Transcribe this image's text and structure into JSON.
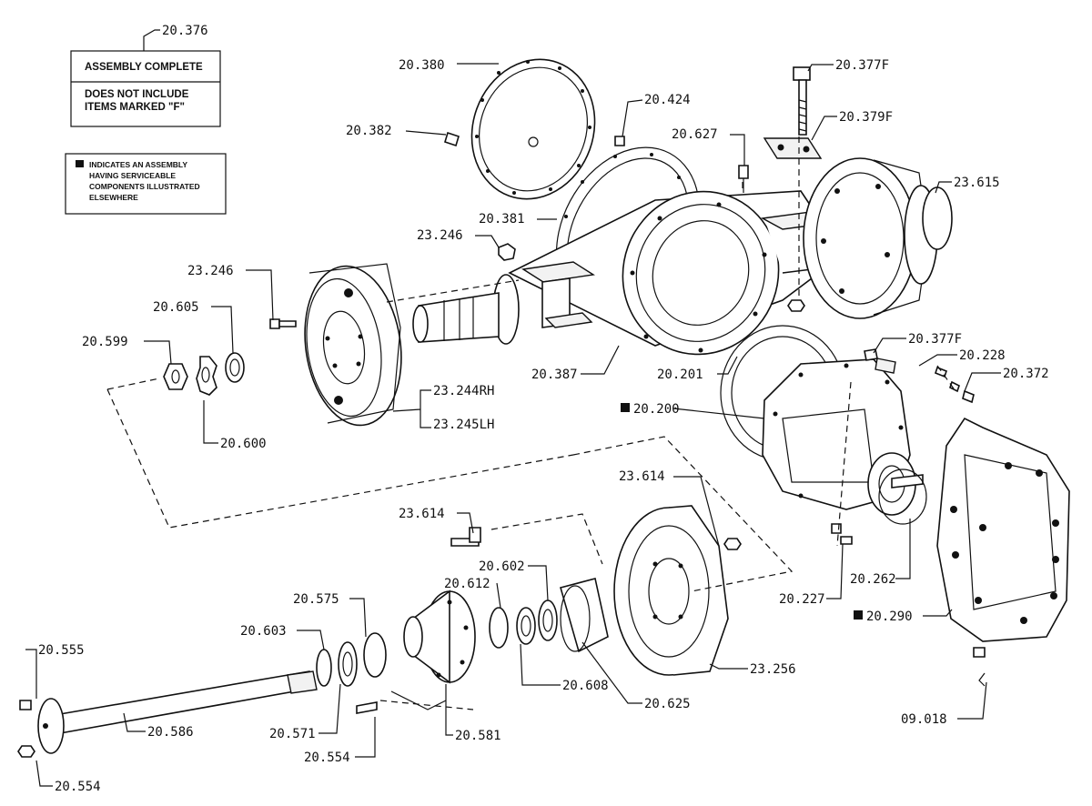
{
  "notes": {
    "assembly_ref": "20.376",
    "assembly_line1": "ASSEMBLY COMPLETE",
    "assembly_line2": "DOES NOT INCLUDE",
    "assembly_line3": "ITEMS MARKED \"F\"",
    "legend_line1": "INDICATES AN ASSEMBLY",
    "legend_line2": "HAVING SERVICEABLE",
    "legend_line3": "COMPONENTS ILLUSTRATED",
    "legend_line4": "ELSEWHERE"
  },
  "labels": {
    "p20_380": "20.380",
    "p20_424": "20.424",
    "p20_377F_top": "20.377F",
    "p20_379F": "20.379F",
    "p20_382": "20.382",
    "p20_627": "20.627",
    "p23_615": "23.615",
    "p20_381": "20.381",
    "p23_246_a": "23.246",
    "p23_246_b": "23.246",
    "p20_605": "20.605",
    "p20_599": "20.599",
    "p20_600": "20.600",
    "p23_244RH": "23.244RH",
    "p23_245LH": "23.245LH",
    "p20_387": "20.387",
    "p20_201": "20.201",
    "p20_377F_mid": "20.377F",
    "p20_228": "20.228",
    "p20_372": "20.372",
    "p20_200": "20.200",
    "p23_614_a": "23.614",
    "p23_614_b": "23.614",
    "p20_602": "20.602",
    "p20_612": "20.612",
    "p20_575": "20.575",
    "p20_603": "20.603",
    "p20_555": "20.555",
    "p20_608": "20.608",
    "p20_625": "20.625",
    "p23_256": "23.256",
    "p20_227": "20.227",
    "p20_262": "20.262",
    "p20_290": "20.290",
    "p20_586": "20.586",
    "p20_571": "20.571",
    "p20_581": "20.581",
    "p20_554_a": "20.554",
    "p20_554_b": "20.554",
    "p09_018": "09.018"
  }
}
